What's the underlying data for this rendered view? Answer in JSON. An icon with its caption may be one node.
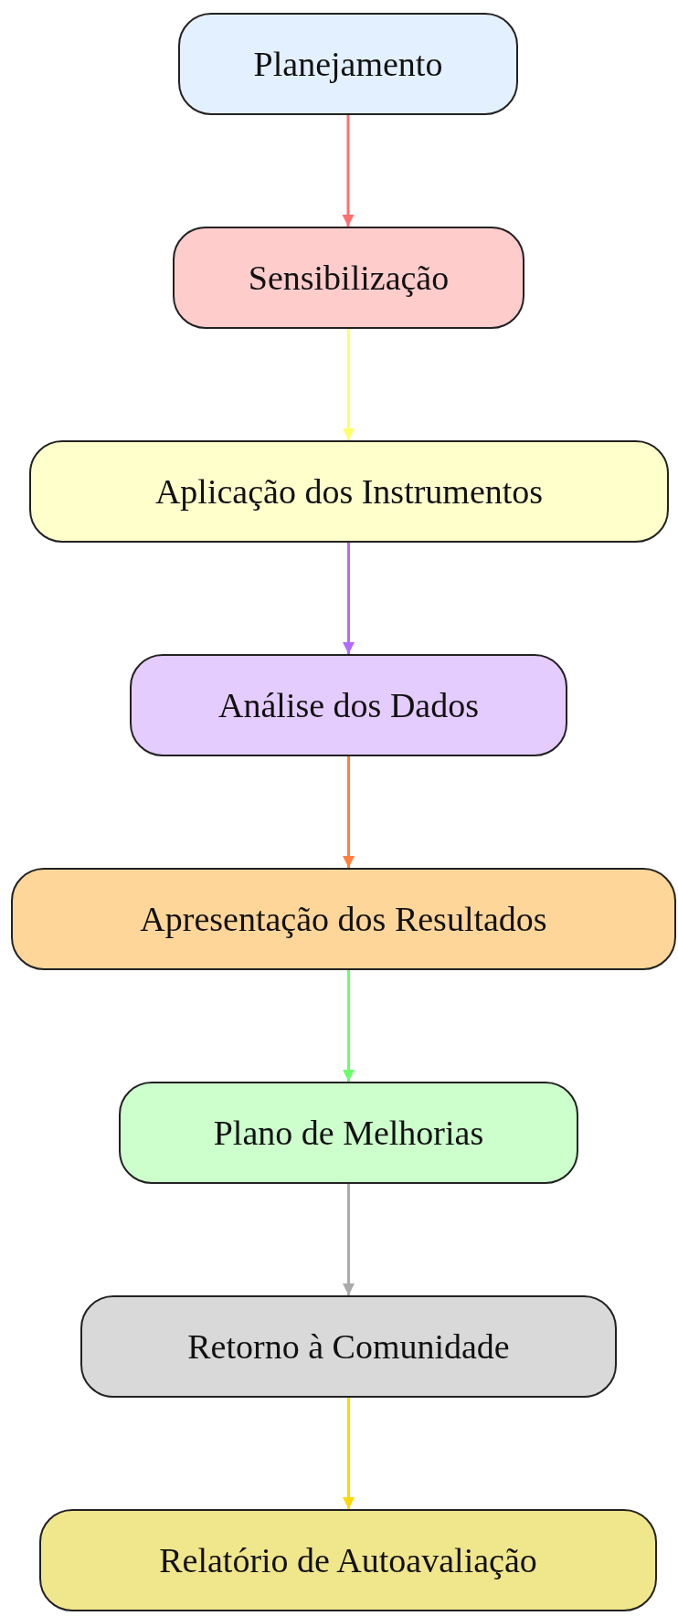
{
  "diagram": {
    "nodes": [
      {
        "text": [
          "Planejamento"
        ]
      },
      {
        "text": [
          "Sensibilização"
        ]
      },
      {
        "text": [
          "Aplicação dos Instrumentos"
        ]
      },
      {
        "text": [
          "Análise dos Dados"
        ]
      },
      {
        "text": [
          "Apresentação dos Resultados"
        ]
      },
      {
        "text": [
          "Plano de Melhorias"
        ]
      },
      {
        "text": [
          "Retorno à Comunidade"
        ]
      },
      {
        "text": [
          "Relatório de Autoavaliação"
        ]
      }
    ],
    "edges": [
      {
        "from": 0,
        "to": 1,
        "arrow": "to",
        "color": "#ff6f6f"
      },
      {
        "from": 1,
        "to": 2,
        "arrow": "to",
        "color": "#ffff66"
      },
      {
        "from": 2,
        "to": 3,
        "arrow": "to",
        "color": "#b36bff"
      },
      {
        "from": 3,
        "to": 4,
        "arrow": "to",
        "color": "#ff8040"
      },
      {
        "from": 4,
        "to": 5,
        "arrow": "to",
        "color": "#6bff6b"
      },
      {
        "from": 5,
        "to": 6,
        "arrow": "to",
        "color": "#aaaaaa"
      },
      {
        "from": 6,
        "to": 7,
        "arrow": "to",
        "color": "#ffd700"
      }
    ]
  }
}
